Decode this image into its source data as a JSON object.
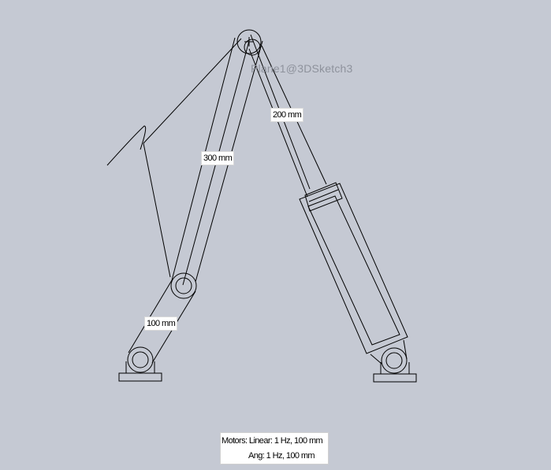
{
  "sketch": {
    "sketch_label": "Plane1@3DSketch3"
  },
  "dimensions": {
    "long_link": "300 mm",
    "short_link": "100 mm",
    "cylinder_link": "200 mm"
  },
  "motors": {
    "linear": "Motors: Linear: 1 Hz, 100 mm",
    "angular": "Ang: 1 Hz, 100 mm"
  },
  "colors": {
    "background": "#c5c9d3",
    "line": "#000000",
    "label_bg": "#ffffff",
    "sketch_label": "#8e929c"
  }
}
